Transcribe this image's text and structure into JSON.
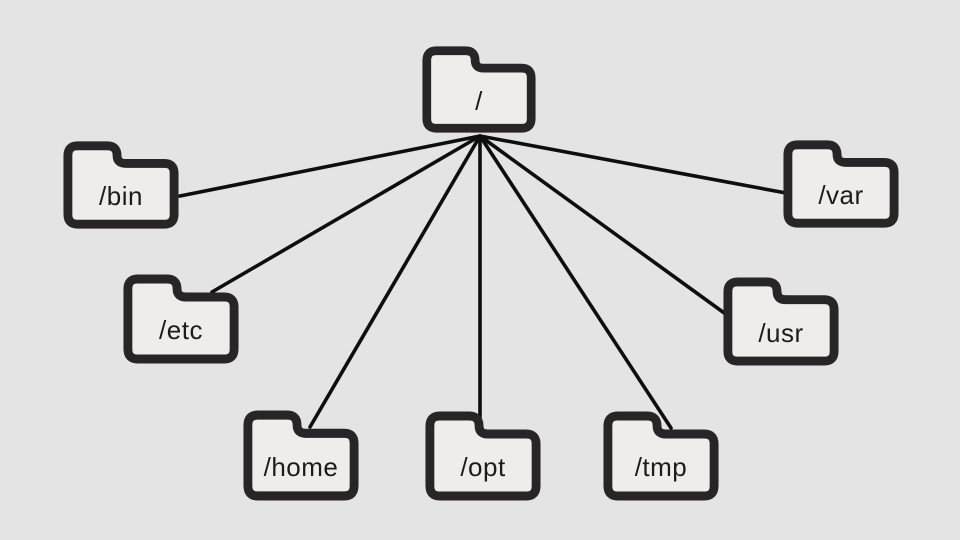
{
  "diagram": {
    "type": "tree",
    "nodes": [
      {
        "id": "root",
        "label": "/"
      },
      {
        "id": "bin",
        "label": "/bin"
      },
      {
        "id": "etc",
        "label": "/etc"
      },
      {
        "id": "home",
        "label": "/home"
      },
      {
        "id": "opt",
        "label": "/opt"
      },
      {
        "id": "tmp",
        "label": "/tmp"
      },
      {
        "id": "usr",
        "label": "/usr"
      },
      {
        "id": "var",
        "label": "/var"
      }
    ],
    "edges": [
      {
        "from": "/",
        "to": "/bin"
      },
      {
        "from": "/",
        "to": "/etc"
      },
      {
        "from": "/",
        "to": "/home"
      },
      {
        "from": "/",
        "to": "/opt"
      },
      {
        "from": "/",
        "to": "/tmp"
      },
      {
        "from": "/",
        "to": "/usr"
      },
      {
        "from": "/",
        "to": "/var"
      }
    ],
    "icons": [
      {
        "name": "folder-icon",
        "meaning": "directory"
      }
    ],
    "colors": {
      "background": "#e5e4e4",
      "folder_fill": "#eeedeb",
      "folder_stroke": "#272525",
      "edge_line": "#0e0e0e",
      "text": "#1c1c1c"
    }
  }
}
